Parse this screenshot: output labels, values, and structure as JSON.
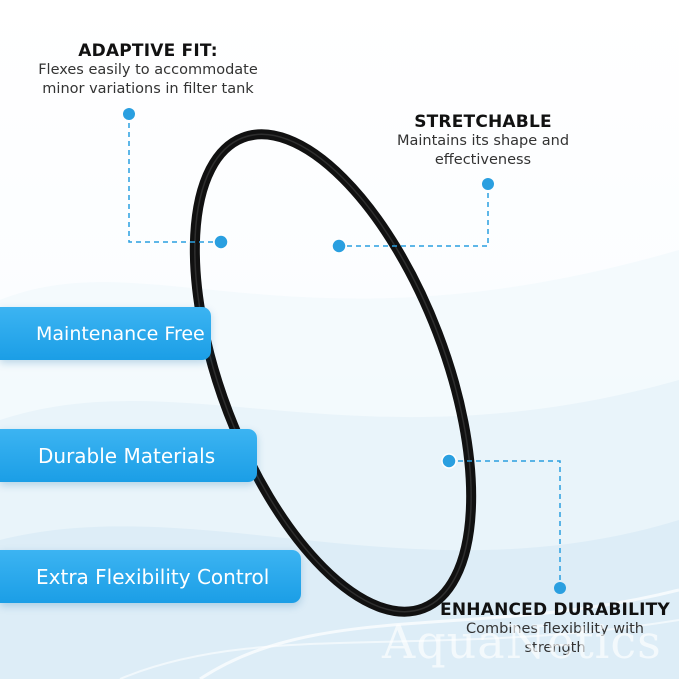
{
  "features": {
    "adaptive_fit": {
      "title": "ADAPTIVE FIT:",
      "desc_line1": "Flexes easily to accommodate",
      "desc_line2": "minor variations in filter tank"
    },
    "stretchable": {
      "title": "STRETCHABLE",
      "desc_line1": "Maintains its shape and",
      "desc_line2": "effectiveness"
    },
    "enhanced_durability": {
      "title": "ENHANCED DURABILITY",
      "desc_line1": "Combines flexibility with",
      "desc_line2": "strength"
    }
  },
  "pills": {
    "maintenance": "Maintenance Free",
    "durable": "Durable Materials",
    "flexibility": "Extra Flexibility Control"
  },
  "watermark": "AquaNetics",
  "colors": {
    "accent_blue": "#1b9ee6",
    "dot_blue": "#2a9fe0",
    "ring_black": "#111111"
  }
}
